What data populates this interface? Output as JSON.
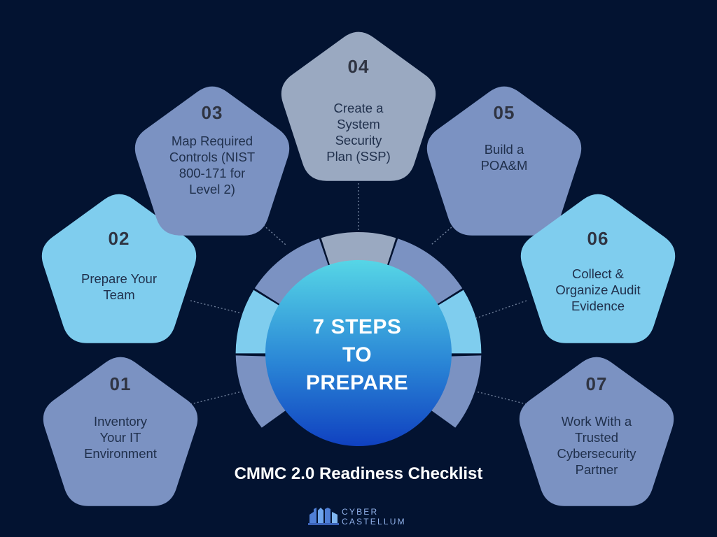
{
  "center": {
    "line1": "7 STEPS",
    "line2": "TO",
    "line3": "PREPARE"
  },
  "title": "CMMC 2.0 Readiness Checklist",
  "brand": {
    "line1": "CYBER",
    "line2": "CASTELLUM"
  },
  "colors": {
    "background": "#031331",
    "mid_blue": "#7b92c2",
    "light_blue": "#7fcdee",
    "grey_blue": "#9aa9c1",
    "center_top": "#56d6e6",
    "center_bottom": "#1041c0"
  },
  "steps": [
    {
      "num": "01",
      "lines": [
        "Inventory",
        "Your IT",
        "Environment"
      ]
    },
    {
      "num": "02",
      "lines": [
        "Prepare Your",
        "Team"
      ]
    },
    {
      "num": "03",
      "lines": [
        "Map Required",
        "Controls (NIST",
        "800-171 for",
        "Level 2)"
      ]
    },
    {
      "num": "04",
      "lines": [
        "Create a",
        "System",
        "Security",
        "Plan (SSP)"
      ]
    },
    {
      "num": "05",
      "lines": [
        "Build a",
        "POA&M"
      ]
    },
    {
      "num": "06",
      "lines": [
        "Collect &",
        "Organize Audit",
        "Evidence"
      ]
    },
    {
      "num": "07",
      "lines": [
        "Work With a",
        "Trusted",
        "Cybersecurity",
        "Partner"
      ]
    }
  ]
}
